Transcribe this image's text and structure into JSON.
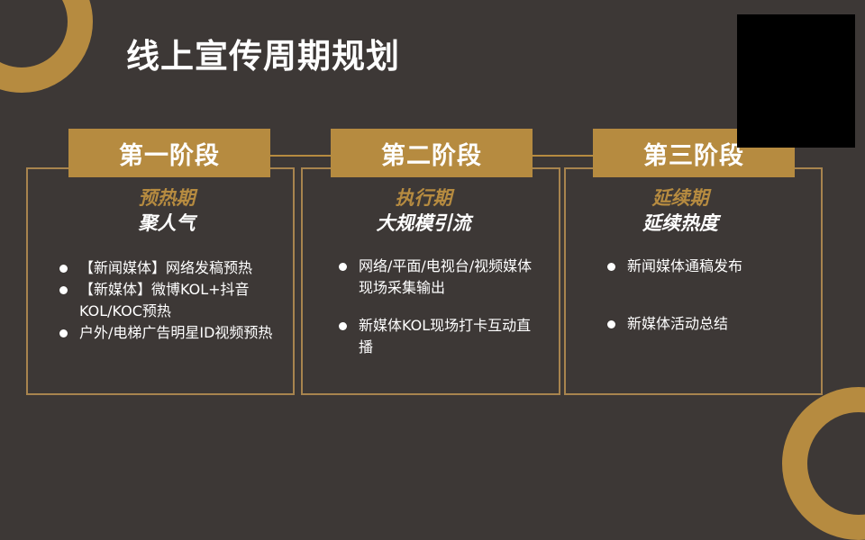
{
  "title": "线上宣传周期规划",
  "colors": {
    "background": "#3d3836",
    "accent_gold": "#b68b40",
    "border_gold": "#a8844e",
    "text": "#ffffff"
  },
  "stages": [
    {
      "label": "第一阶段",
      "phase_sub": "预热期",
      "phase_main": "聚人气",
      "items": [
        "【新闻媒体】网络发稿预热",
        "【新媒体】微博KOL+抖音KOL/KOC预热",
        "户外/电梯广告明星ID视频预热"
      ]
    },
    {
      "label": "第二阶段",
      "phase_sub": "执行期",
      "phase_main": "大规模引流",
      "items": [
        "网络/平面/电视台/视频媒体现场采集输出",
        "新媒体KOL现场打卡互动直播"
      ]
    },
    {
      "label": "第三阶段",
      "phase_sub": "延续期",
      "phase_main": "延续热度",
      "items": [
        "新闻媒体通稿发布",
        "新媒体活动总结"
      ]
    }
  ]
}
